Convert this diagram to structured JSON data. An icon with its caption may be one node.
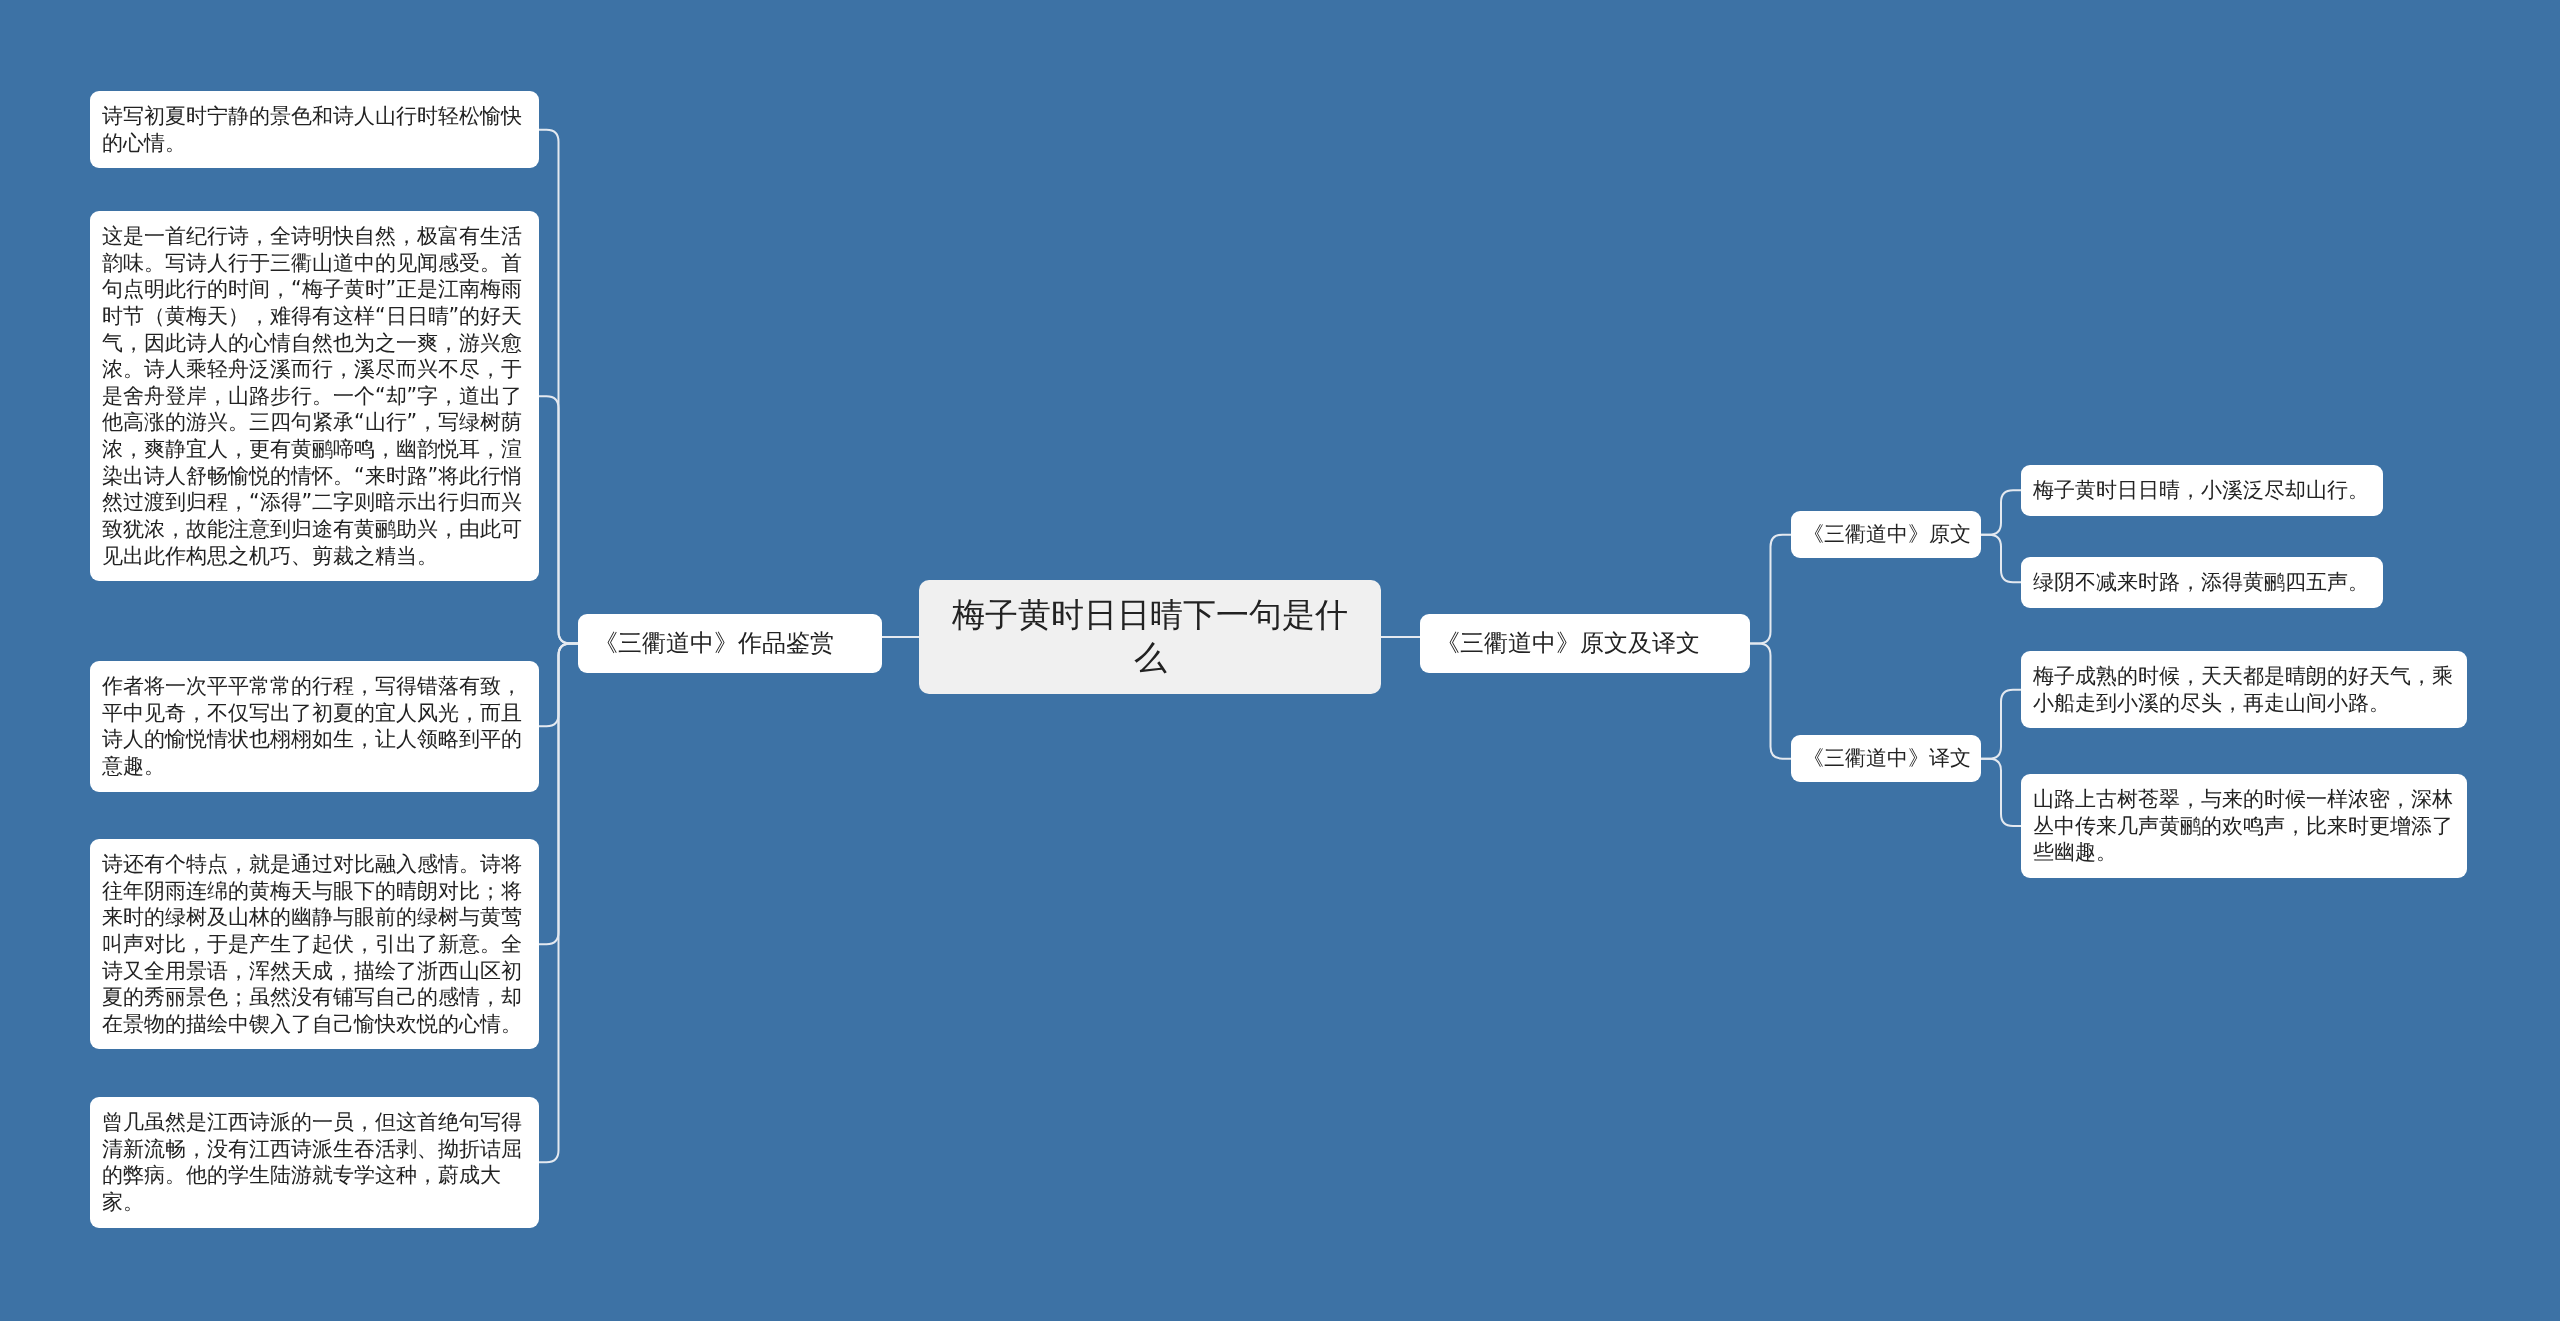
{
  "diagram": {
    "nodes": [
      {
        "text": [
          "梅子黄时日日晴下一句是什么"
        ]
      },
      {
        "text": [
          "《三衢道中》作品鉴赏"
        ]
      },
      {
        "text": [
          "诗写初夏时宁静的景色和诗人山行时轻松愉快的心情。"
        ]
      },
      {
        "text": [
          "这是一首纪行诗，全诗明快自然，极富有生活韵味。写诗人行于三衢山道中的见闻感受。首句点明此行的时间，“梅子黄时”正是江南梅雨时节（黄梅天），难得有这样“日日晴”的好天气，因此诗人的心情自然也为之一爽，游兴愈浓。诗人乘轻舟泛溪而行，溪尽而兴不尽，于是舍舟登岸，山路步行。一个“却”字，道出了他高涨的游兴。三四句紧承“山行”，写绿树荫浓，爽静宜人，更有黄鹂啼鸣，幽韵悦耳，渲染出诗人舒畅愉悦的情怀。“来时路”将此行悄然过渡到归程，“添得”二字则暗示出行归而兴致犹浓，故能注意到归途有黄鹂助兴，由此可见出此作构思之机巧、剪裁之精当。"
        ]
      },
      {
        "text": [
          "作者将一次平平常常的行程，写得错落有致，平中见奇，不仅写出了初夏的宜人风光，而且诗人的愉悦情状也栩栩如生，让人领略到平的意趣。"
        ]
      },
      {
        "text": [
          "诗还有个特点，就是通过对比融入感情。诗将往年阴雨连绵的黄梅天与眼下的晴朗对比；将来时的绿树及山林的幽静与眼前的绿树与黄莺叫声对比，于是产生了起伏，引出了新意。全诗又全用景语，浑然天成，描绘了浙西山区初夏的秀丽景色；虽然没有铺写自己的感情，却在景物的描绘中锲入了自己愉快欢悦的心情。"
        ]
      },
      {
        "text": [
          "曾几虽然是江西诗派的一员，但这首绝句写得清新流畅，没有江西诗派生吞活剥、拗折诘屈的弊病。他的学生陆游就专学这种，蔚成大家。"
        ]
      },
      {
        "text": [
          "《三衢道中》原文及译文"
        ]
      },
      {
        "text": [
          "《三衢道中》原文"
        ]
      },
      {
        "text": [
          "梅子黄时日日晴，小溪泛尽却山行。"
        ]
      },
      {
        "text": [
          "绿阴不减来时路，添得黄鹂四五声。"
        ]
      },
      {
        "text": [
          "《三衢道中》译文"
        ]
      },
      {
        "text": [
          "梅子成熟的时候，天天都是晴朗的好天气，乘小船走到小溪的尽头，再走山间小路。"
        ]
      },
      {
        "text": [
          "山路上古树苍翠，与来的时候一样浓密，深林丛中传来几声黄鹂的欢鸣声，比来时更增添了些幽趣。"
        ]
      }
    ],
    "edges": [
      {
        "from": 0,
        "to": 1,
        "arrow": "none"
      },
      {
        "from": 1,
        "to": 2,
        "arrow": "none"
      },
      {
        "from": 1,
        "to": 3,
        "arrow": "none"
      },
      {
        "from": 1,
        "to": 4,
        "arrow": "none"
      },
      {
        "from": 1,
        "to": 5,
        "arrow": "none"
      },
      {
        "from": 1,
        "to": 6,
        "arrow": "none"
      },
      {
        "from": 0,
        "to": 7,
        "arrow": "none"
      },
      {
        "from": 7,
        "to": 8,
        "arrow": "none"
      },
      {
        "from": 8,
        "to": 9,
        "arrow": "none"
      },
      {
        "from": 8,
        "to": 10,
        "arrow": "none"
      },
      {
        "from": 7,
        "to": 11,
        "arrow": "none"
      },
      {
        "from": 11,
        "to": 12,
        "arrow": "none"
      },
      {
        "from": 11,
        "to": 13,
        "arrow": "none"
      }
    ]
  }
}
